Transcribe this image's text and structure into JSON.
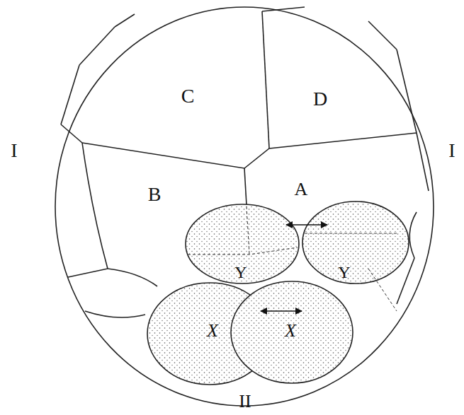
{
  "diagram": {
    "labels": [
      "I",
      "I",
      "C",
      "D",
      "B",
      "A",
      "Y",
      "Y",
      "X",
      "X",
      "II"
    ]
  }
}
